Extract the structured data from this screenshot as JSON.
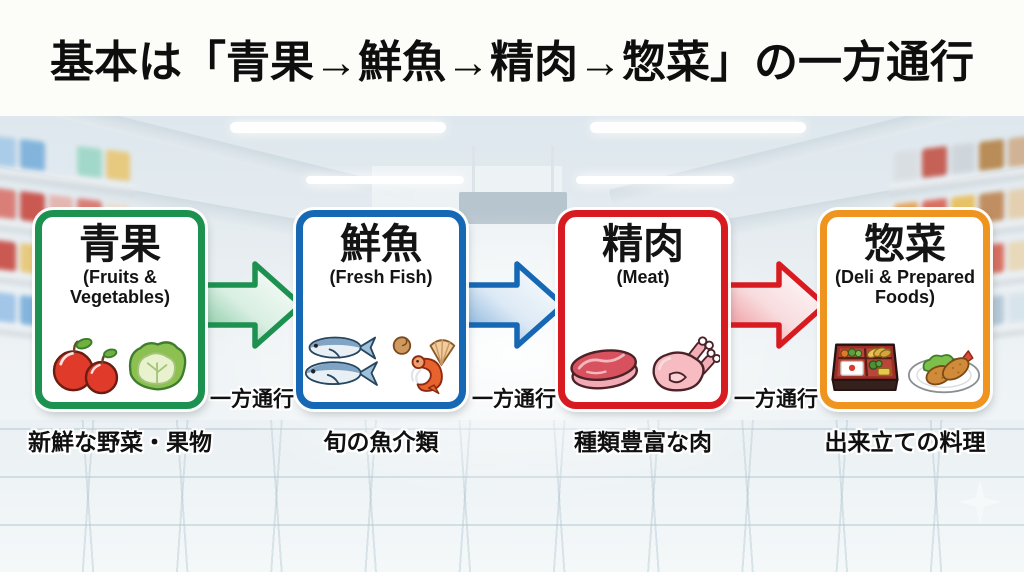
{
  "title": "基本は「青果→鮮魚→精肉→惣菜」の一方通行",
  "stages": [
    {
      "name": "青果",
      "name_en": "(Fruits & Vegetables)",
      "caption": "新鮮な野菜・果物",
      "accent_color": "#1d9150",
      "icons": [
        "apples-icon",
        "lettuce-icon"
      ]
    },
    {
      "name": "鮮魚",
      "name_en": "(Fresh Fish)",
      "caption": "旬の魚介類",
      "accent_color": "#1668b4",
      "icons": [
        "fish-icon",
        "shrimp-scallop-icon"
      ]
    },
    {
      "name": "精肉",
      "name_en": "(Meat)",
      "caption": "種類豊富な肉",
      "accent_color": "#d81b20",
      "icons": [
        "steak-icon",
        "raw-chicken-icon"
      ]
    },
    {
      "name": "惣菜",
      "name_en": "(Deli & Prepared Foods)",
      "caption": "出来立ての料理",
      "accent_color": "#ef941e",
      "icons": [
        "bento-box-icon",
        "fried-food-plate-icon"
      ]
    }
  ],
  "arrows": [
    {
      "label": "一方通行",
      "color": "#1d9150"
    },
    {
      "label": "一方通行",
      "color": "#1668b4"
    },
    {
      "label": "一方通行",
      "color": "#d81b20"
    }
  ]
}
